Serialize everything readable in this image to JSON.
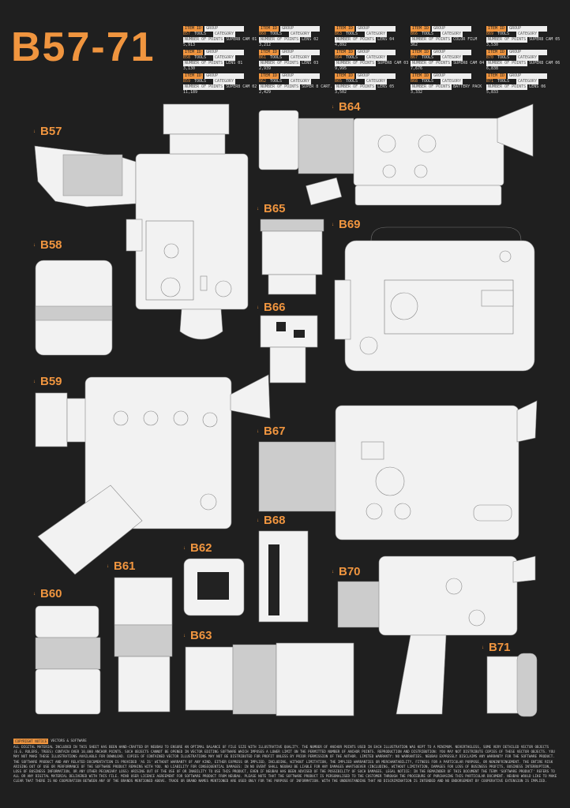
{
  "title": "B57-71",
  "field_labels": {
    "id": "ITEM ID",
    "group": "GROUP",
    "category": "CATEGORY",
    "points": "NUMBER OF POINTS"
  },
  "items": [
    {
      "id": "B57",
      "group": "TOOLS",
      "name": "SUPER8 CAM 01",
      "points": "5,913"
    },
    {
      "id": "B60",
      "group": "TOOLS",
      "name": "LENS 02",
      "points": "3,212"
    },
    {
      "id": "B63",
      "group": "TOOLS",
      "name": "LENS 04",
      "points": "4,892"
    },
    {
      "id": "B66",
      "group": "TOOLS",
      "name": "COLOR FILM",
      "points": "362"
    },
    {
      "id": "B69",
      "group": "TOOLS",
      "name": "SUPER8 CAM 05",
      "points": "3,530"
    },
    {
      "id": "B58",
      "group": "TOOLS",
      "name": "LENS 01",
      "points": "3,130"
    },
    {
      "id": "B61",
      "group": "TOOLS",
      "name": "LENS 03",
      "points": "2,939"
    },
    {
      "id": "B64",
      "group": "TOOLS",
      "name": "SUPER8 CAM 03",
      "points": "9,995"
    },
    {
      "id": "B67",
      "group": "TOOLS",
      "name": "SUPER8 CAM 04",
      "points": "7,676"
    },
    {
      "id": "B70",
      "group": "TOOLS",
      "name": "SUPER8 CAM 06",
      "points": "6,838"
    },
    {
      "id": "B59",
      "group": "TOOLS",
      "name": "SUPER8 CAM 02",
      "points": "11,189"
    },
    {
      "id": "B62",
      "group": "TOOLS",
      "name": "SUPER 8 CART.",
      "points": "2,429"
    },
    {
      "id": "B65",
      "group": "TOOLS",
      "name": "LENS 05",
      "points": "3,502"
    },
    {
      "id": "B68",
      "group": "TOOLS",
      "name": "BATTERY PACK",
      "points": "3,332"
    },
    {
      "id": "B71",
      "group": "TOOLS",
      "name": "LENS 06",
      "points": "5,833"
    }
  ],
  "labels": {
    "b57": "B57",
    "b58": "B58",
    "b59": "B59",
    "b60": "B60",
    "b61": "B61",
    "b62": "B62",
    "b63": "B63",
    "b64": "B64",
    "b65": "B65",
    "b66": "B66",
    "b67": "B67",
    "b68": "B68",
    "b69": "B69",
    "b70": "B70",
    "b71": "B71"
  },
  "footer": {
    "tag": "COPYRIGHT NOTICE",
    "heading": "VECTORS & SOFTWARE",
    "body": "ALL DIGITAL MATERIAL INCLUDED IN THIS SHEET HAS BEEN HAND-CRAFTED BY NEUBAU TO ENSURE AN OPTIMAL BALANCE OF FILE SIZE WITH ILLUSTRATIVE QUALITY. THE NUMBER OF ANCHOR POINTS USED IN EACH ILLUSTRATION WAS KEPT TO A MINIMUM. NEVERTHELESS, SOME VERY DETAILED VECTOR OBJECTS (E.G. RULERS, TREES) CONTAIN OVER 10,000 ANCHOR POINTS. SUCH OBJECTS CANNOT BE OPENED IN VECTOR EDITING SOFTWARE WHICH IMPOSES A LOWER LIMIT ON THE PERMITTED NUMBER OF ANCHOR POINTS. REPRODUCTION AND DISTRIBUTION: YOU MAY NOT DISTRIBUTE COPIES OF THESE VECTOR OBJECTS. YOU MAY NOT MAKE THESE ILLUSTRATIONS AVAILABLE FOR DOWNLOAD. COPIES OF CONTAINED VECTOR ILLUSTRATIONS MAY NOT BE DISTRIBUTED FOR PROFIT UNLESS BY PRIOR PERMISSION OF THE AUTHOR. LIMITED WARRANTY: NO WARRANTIES. NEUBAU EXPRESSLY DISCLAIMS ANY WARRANTY FOR THE SOFTWARE PRODUCT. THE SOFTWARE PRODUCT AND ANY RELATED DOCUMENTATION IS PROVIDED 'AS IS' WITHOUT WARRANTY OF ANY KIND, EITHER EXPRESS OR IMPLIED, INCLUDING, WITHOUT LIMITATION, THE IMPLIED WARRANTIES OR MERCHANTABILITY, FITNESS FOR A PARTICULAR PURPOSE, OR NONINFRINGEMENT. THE ENTIRE RISK ARISING OUT OF USE OR PERFORMANCE OF THE SOFTWARE PRODUCT REMAINS WITH YOU. NO LIABILITY FOR CONSEQUENTIAL DAMAGES: IN NO EVENT SHALL NEUBAU BE LIABLE FOR ANY DAMAGES WHATSOEVER (INCLUDING, WITHOUT LIMITATION, DAMAGES FOR LOSS OF BUSINESS PROFITS, BUSINESS INTERRUPTION, LOSS OF BUSINESS INFORMATION, OR ANY OTHER PECUNIARY LOSS) ARISING OUT OF THE USE OF OR INABILITY TO USE THIS PRODUCT, EVEN IF NEUBAU HAS BEEN ADVISED OF THE POSSIBILITY OF SUCH DAMAGES. LEGAL NOTICE: IN THE REMAINDER OF THIS DOCUMENT THE TERM 'SOFTWARE PRODUCT' REFERS TO ALL OR ANY DIGITAL MATERIAL DELIVERED WITH THIS FILE. MIND USER LICENCE AGREEMENT FOR SOFTWARE PRODUCT FROM NEUBAU. PLEASE NOTE THAT THE SOFTWARE PRODUCT IS PERSONALISED TO THE CUSTOMER THROUGH THE PROCEDURE OF PURCHASING THIS PARTICULAR DOCUMENT. NEUBAU WOULD LIKE TO MAKE CLEAR THAT THERE IS NO COOPERATION BETWEEN ANY OF THE BRANDS MENTIONED ABOVE. TRADE OR BRAND NAMES MENTIONED ARE USED ONLY FOR THE PURPOSE OF INFORMATION. WITH THE UNDERSTANDING THAT NO DISCRIMINATION IS INTENDED AND NO ENDORSEMENT BY COOPERATIVE EXTENSION IS IMPLIED."
  },
  "colors": {
    "accent": "#f0953f",
    "background": "#1f1f1f",
    "art": "#f2f2f2"
  }
}
